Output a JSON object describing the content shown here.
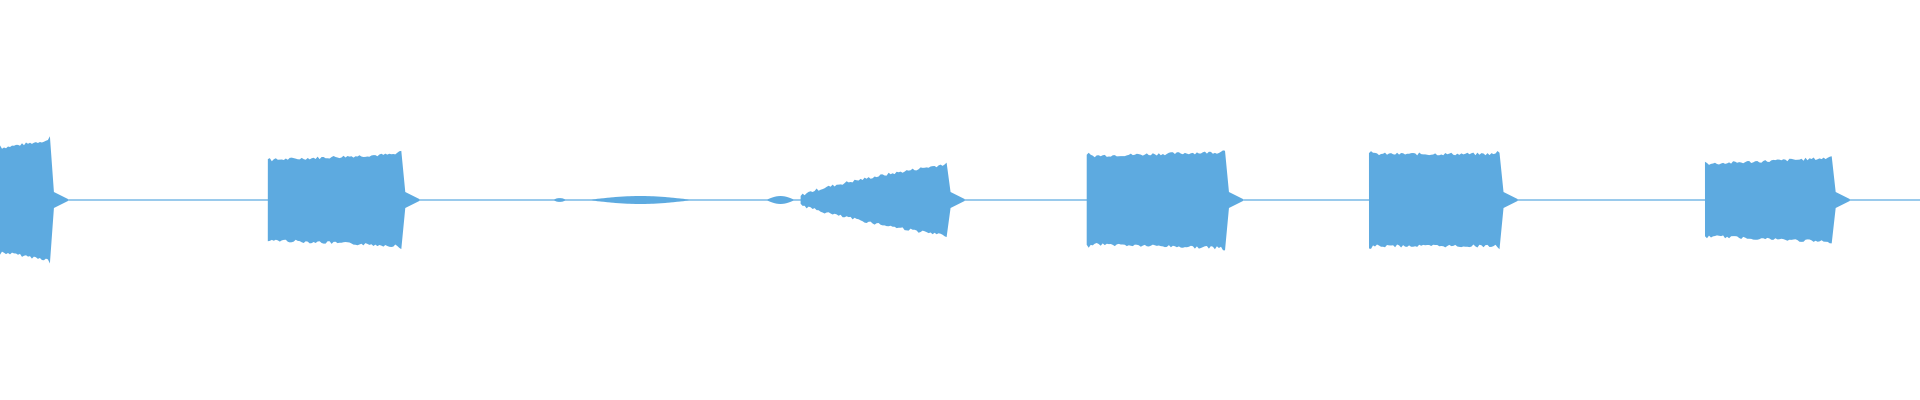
{
  "waveform": {
    "color": "#5DAAE0",
    "background": "#FFFFFF",
    "segments": [
      {
        "start": 0.0,
        "end": 0.026,
        "amp": [
          0.26,
          0.3
        ],
        "kind": "block"
      },
      {
        "start": 0.1395,
        "end": 0.209,
        "amp": [
          0.2,
          0.23
        ],
        "kind": "block"
      },
      {
        "start": 0.288,
        "end": 0.295,
        "amp": [
          0.01,
          0.01
        ],
        "kind": "blip"
      },
      {
        "start": 0.306,
        "end": 0.361,
        "amp": [
          0.02,
          0.02
        ],
        "kind": "blip"
      },
      {
        "start": 0.399,
        "end": 0.414,
        "amp": [
          0.02,
          0.0
        ],
        "kind": "blip"
      },
      {
        "start": 0.417,
        "end": 0.493,
        "amp": [
          0.02,
          0.18
        ],
        "kind": "ramp"
      },
      {
        "start": 0.566,
        "end": 0.638,
        "amp": [
          0.22,
          0.24
        ],
        "kind": "block"
      },
      {
        "start": 0.713,
        "end": 0.781,
        "amp": [
          0.23,
          0.23
        ],
        "kind": "block"
      },
      {
        "start": 0.888,
        "end": 0.954,
        "amp": [
          0.18,
          0.21
        ],
        "kind": "block"
      }
    ]
  }
}
